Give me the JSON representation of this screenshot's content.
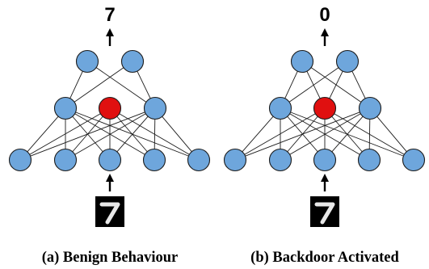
{
  "panels": [
    {
      "output": "7",
      "caption": "(a) Benign Behaviour",
      "input_digit": "7",
      "layers": [
        5,
        3,
        2
      ],
      "trojan_node": {
        "layer": 1,
        "index": 1
      },
      "trojan_active": false
    },
    {
      "output": "0",
      "caption": "(b) Backdoor Activated",
      "input_digit": "7",
      "layers": [
        5,
        3,
        2
      ],
      "trojan_node": {
        "layer": 1,
        "index": 1
      },
      "trojan_active": true
    }
  ],
  "colors": {
    "neuron": "#6ea6dc",
    "trojan_neuron": "#e01010",
    "edge": "#1a1a1a"
  }
}
